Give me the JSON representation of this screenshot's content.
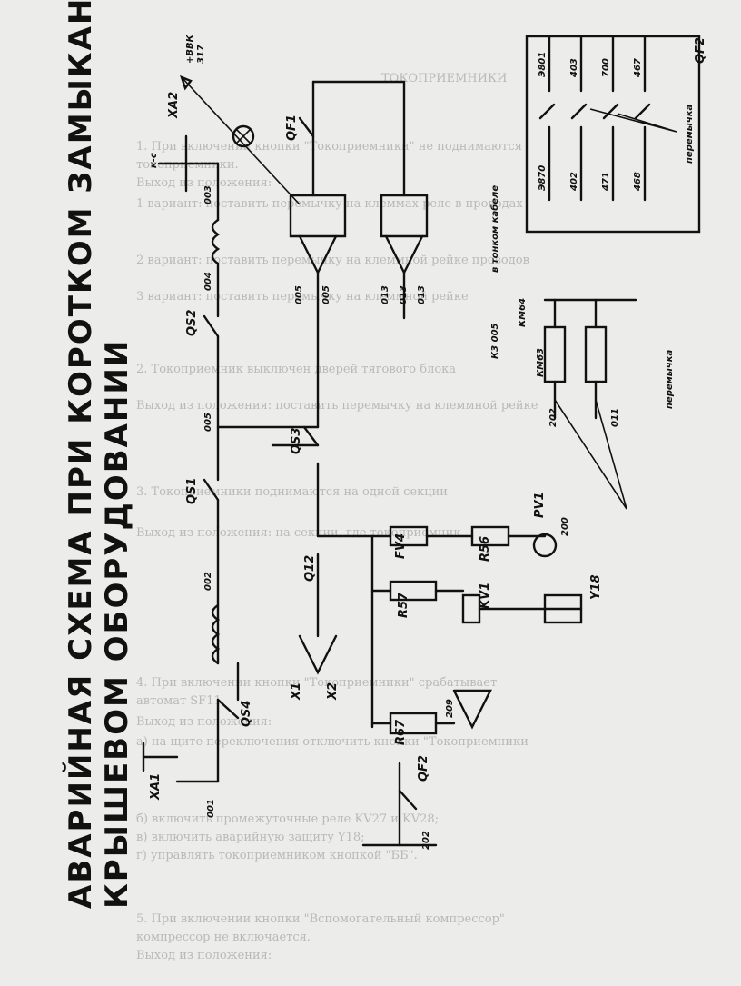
{
  "title_lines": [
    "АВАРИЙНАЯ СХЕМА ПРИ КОРОТКОМ ЗАМЫКАНИИ В",
    "КРЫШЕВОМ ОБОРУДОВАНИИ"
  ],
  "labels": {
    "xa2": "XA2",
    "ks": "к-с",
    "bbk1": "+ВВК",
    "bbk2": "317",
    "qf1": "QF1",
    "w003": "003",
    "w004": "004",
    "qs2": "QS2",
    "w005": "005",
    "w005a": "005",
    "w005b": "005",
    "w013a": "013",
    "w013b": "013",
    "w013c": "013",
    "thin_cable": "в тонком кабеле",
    "k3_005": "К3 005",
    "km63": "КМ63",
    "km64": "КМ64",
    "w011": "011",
    "w202a": "202",
    "jumper1": "перемычка",
    "qs3": "QS3",
    "qs1": "QS1",
    "w002": "002",
    "fv4": "FV4",
    "r56": "R56",
    "pv1": "PV1",
    "w200": "200",
    "r57": "R57",
    "kv1": "KV1",
    "y18": "Y18",
    "q12": "Q12",
    "x1": "X1",
    "x2": "X2",
    "r67": "R67",
    "w209": "209",
    "qs4": "QS4",
    "w001": "001",
    "xa1": "XA1",
    "qf2a": "QF2",
    "w202b": "202",
    "qf2b": "QF2",
    "e801": "Э801",
    "w403": "403",
    "w700": "700",
    "w467": "467",
    "e870": "Э870",
    "w402": "402",
    "w471": "471",
    "w468": "468",
    "jumper2": "перемычка"
  },
  "background_text": [
    "ТОКОПРИЕМНИКИ",
    "1. При включении кнопки \"Токоприемники\" не поднимаются",
    "токоприемники.",
    "Выход из положения:",
    "1 вариант: поставить перемычку на клеммах реле в проводах",
    "2 вариант: поставить перемычку на клеммной рейке проводов",
    "3 вариант: поставить перемычку на клеммной рейке",
    "2. Токоприемник выключен дверей тягового блока",
    "Выход из положения: поставить перемычку на клеммной рейке",
    "3. Токоприемники поднимаются на одной секции",
    "Выход из положения: на секции, где токоприемник",
    "4. При включении кнопки \"Токоприемники\" срабатывает",
    "автомат SF11.",
    "Выход из положения:",
    "а) на щите переключения отключить кнопки \"Токоприемники",
    "б) включить промежуточные реле KV27 и KV28;",
    "в) включить аварийную защиту Y18;",
    "г) управлять токоприемником кнопкой \"ББ\".",
    "5. При включении кнопки \"Вспомогательный компрессор\"",
    "компрессор не включается.",
    "Выход из положения:"
  ]
}
